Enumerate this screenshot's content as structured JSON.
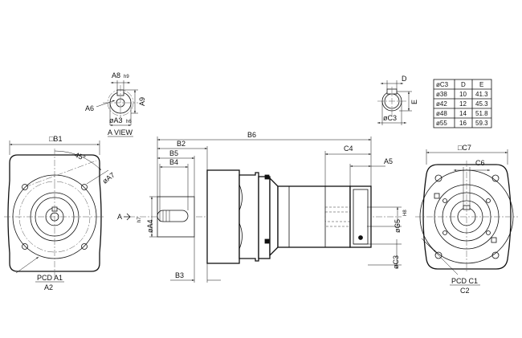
{
  "labels": {
    "a8": "A8",
    "a8_tol": "h9",
    "a9": "A9",
    "a6": "A6",
    "a3": "øA3",
    "a3_tol": "h6",
    "a_view": "A VIEW",
    "d": "D",
    "e": "E",
    "c3_key": "øC3",
    "b1": "□B1",
    "deg45": "45°",
    "a7": "øA7",
    "pcd_a1": "PCD A1",
    "a2": "A2",
    "b6": "B6",
    "b2": "B2",
    "b5": "B5",
    "b4": "B4",
    "b3": "B3",
    "a_arrow": "A",
    "a4": "øA4",
    "a4_tol": "h7",
    "c4": "C4",
    "a5": "A5",
    "c5": "øC5",
    "c5_tol": "H8",
    "c3_side": "øC3",
    "c7": "□C7",
    "c6": "C6",
    "pcd_c1": "PCD C1",
    "c2": "C2"
  },
  "table": {
    "headers": [
      "øC3",
      "D",
      "E"
    ],
    "rows": [
      [
        "ø38",
        "10",
        "41.3"
      ],
      [
        "ø42",
        "12",
        "45.3"
      ],
      [
        "ø48",
        "14",
        "51.8"
      ],
      [
        "ø55",
        "16",
        "59.3"
      ]
    ]
  }
}
